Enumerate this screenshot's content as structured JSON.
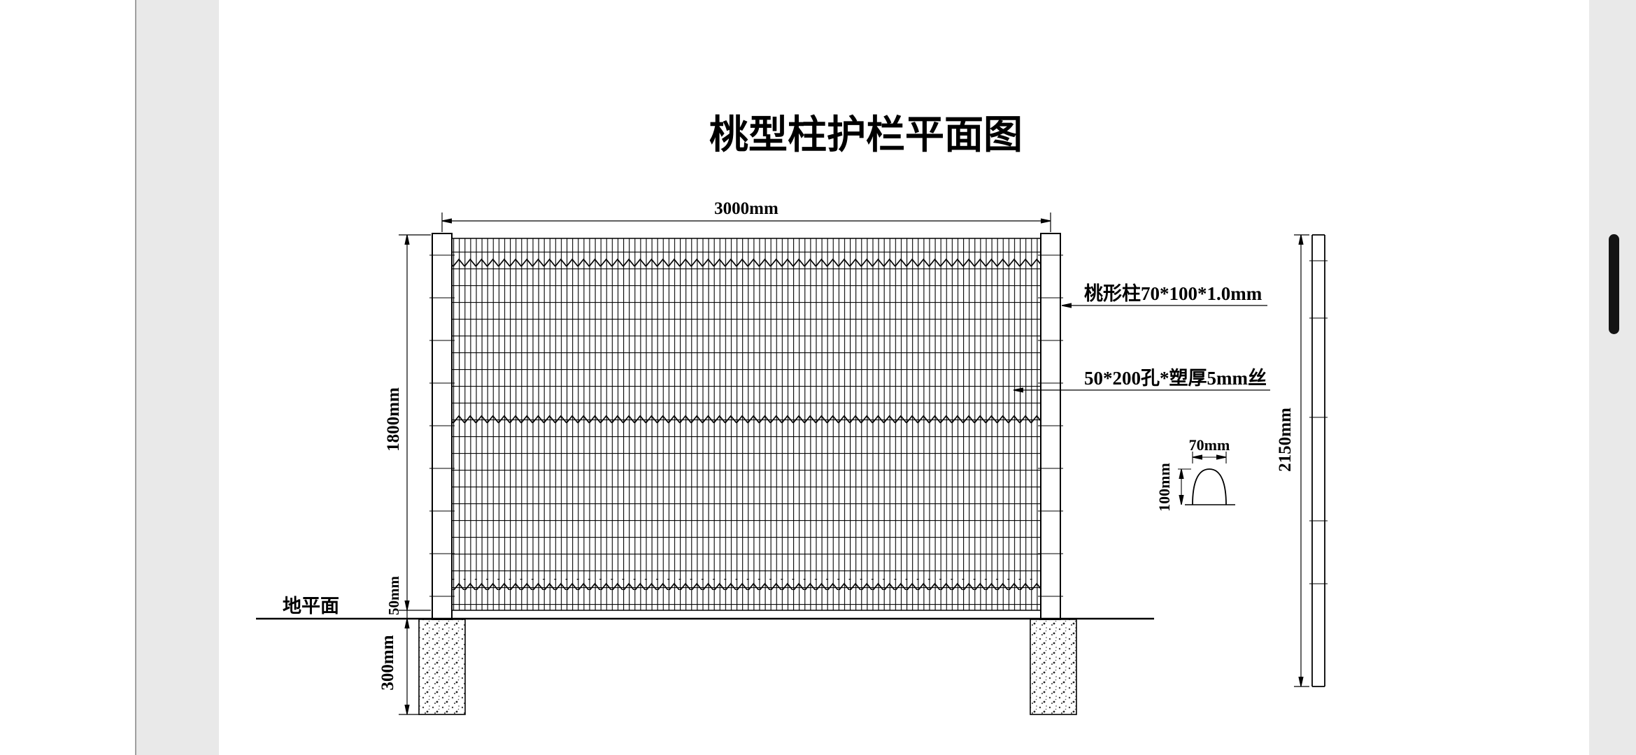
{
  "theme": {
    "background": "#e9e9e9",
    "paper": "#ffffff",
    "line_color": "#000000",
    "scrollbar_color": "#141414"
  },
  "drawing": {
    "title": "桃型柱护栏平面图",
    "dimensions": {
      "panel_width": "3000mm",
      "panel_height": "1800mm",
      "ground_gap": "50mm",
      "foundation_depth": "300mm",
      "post_total_height": "2150mm",
      "cap_width": "70mm",
      "cap_height": "100mm"
    },
    "labels": {
      "ground_level": "地平面",
      "post_spec": "桃形柱70*100*1.0mm",
      "mesh_spec": "50*200孔*塑厚5mm丝"
    }
  }
}
